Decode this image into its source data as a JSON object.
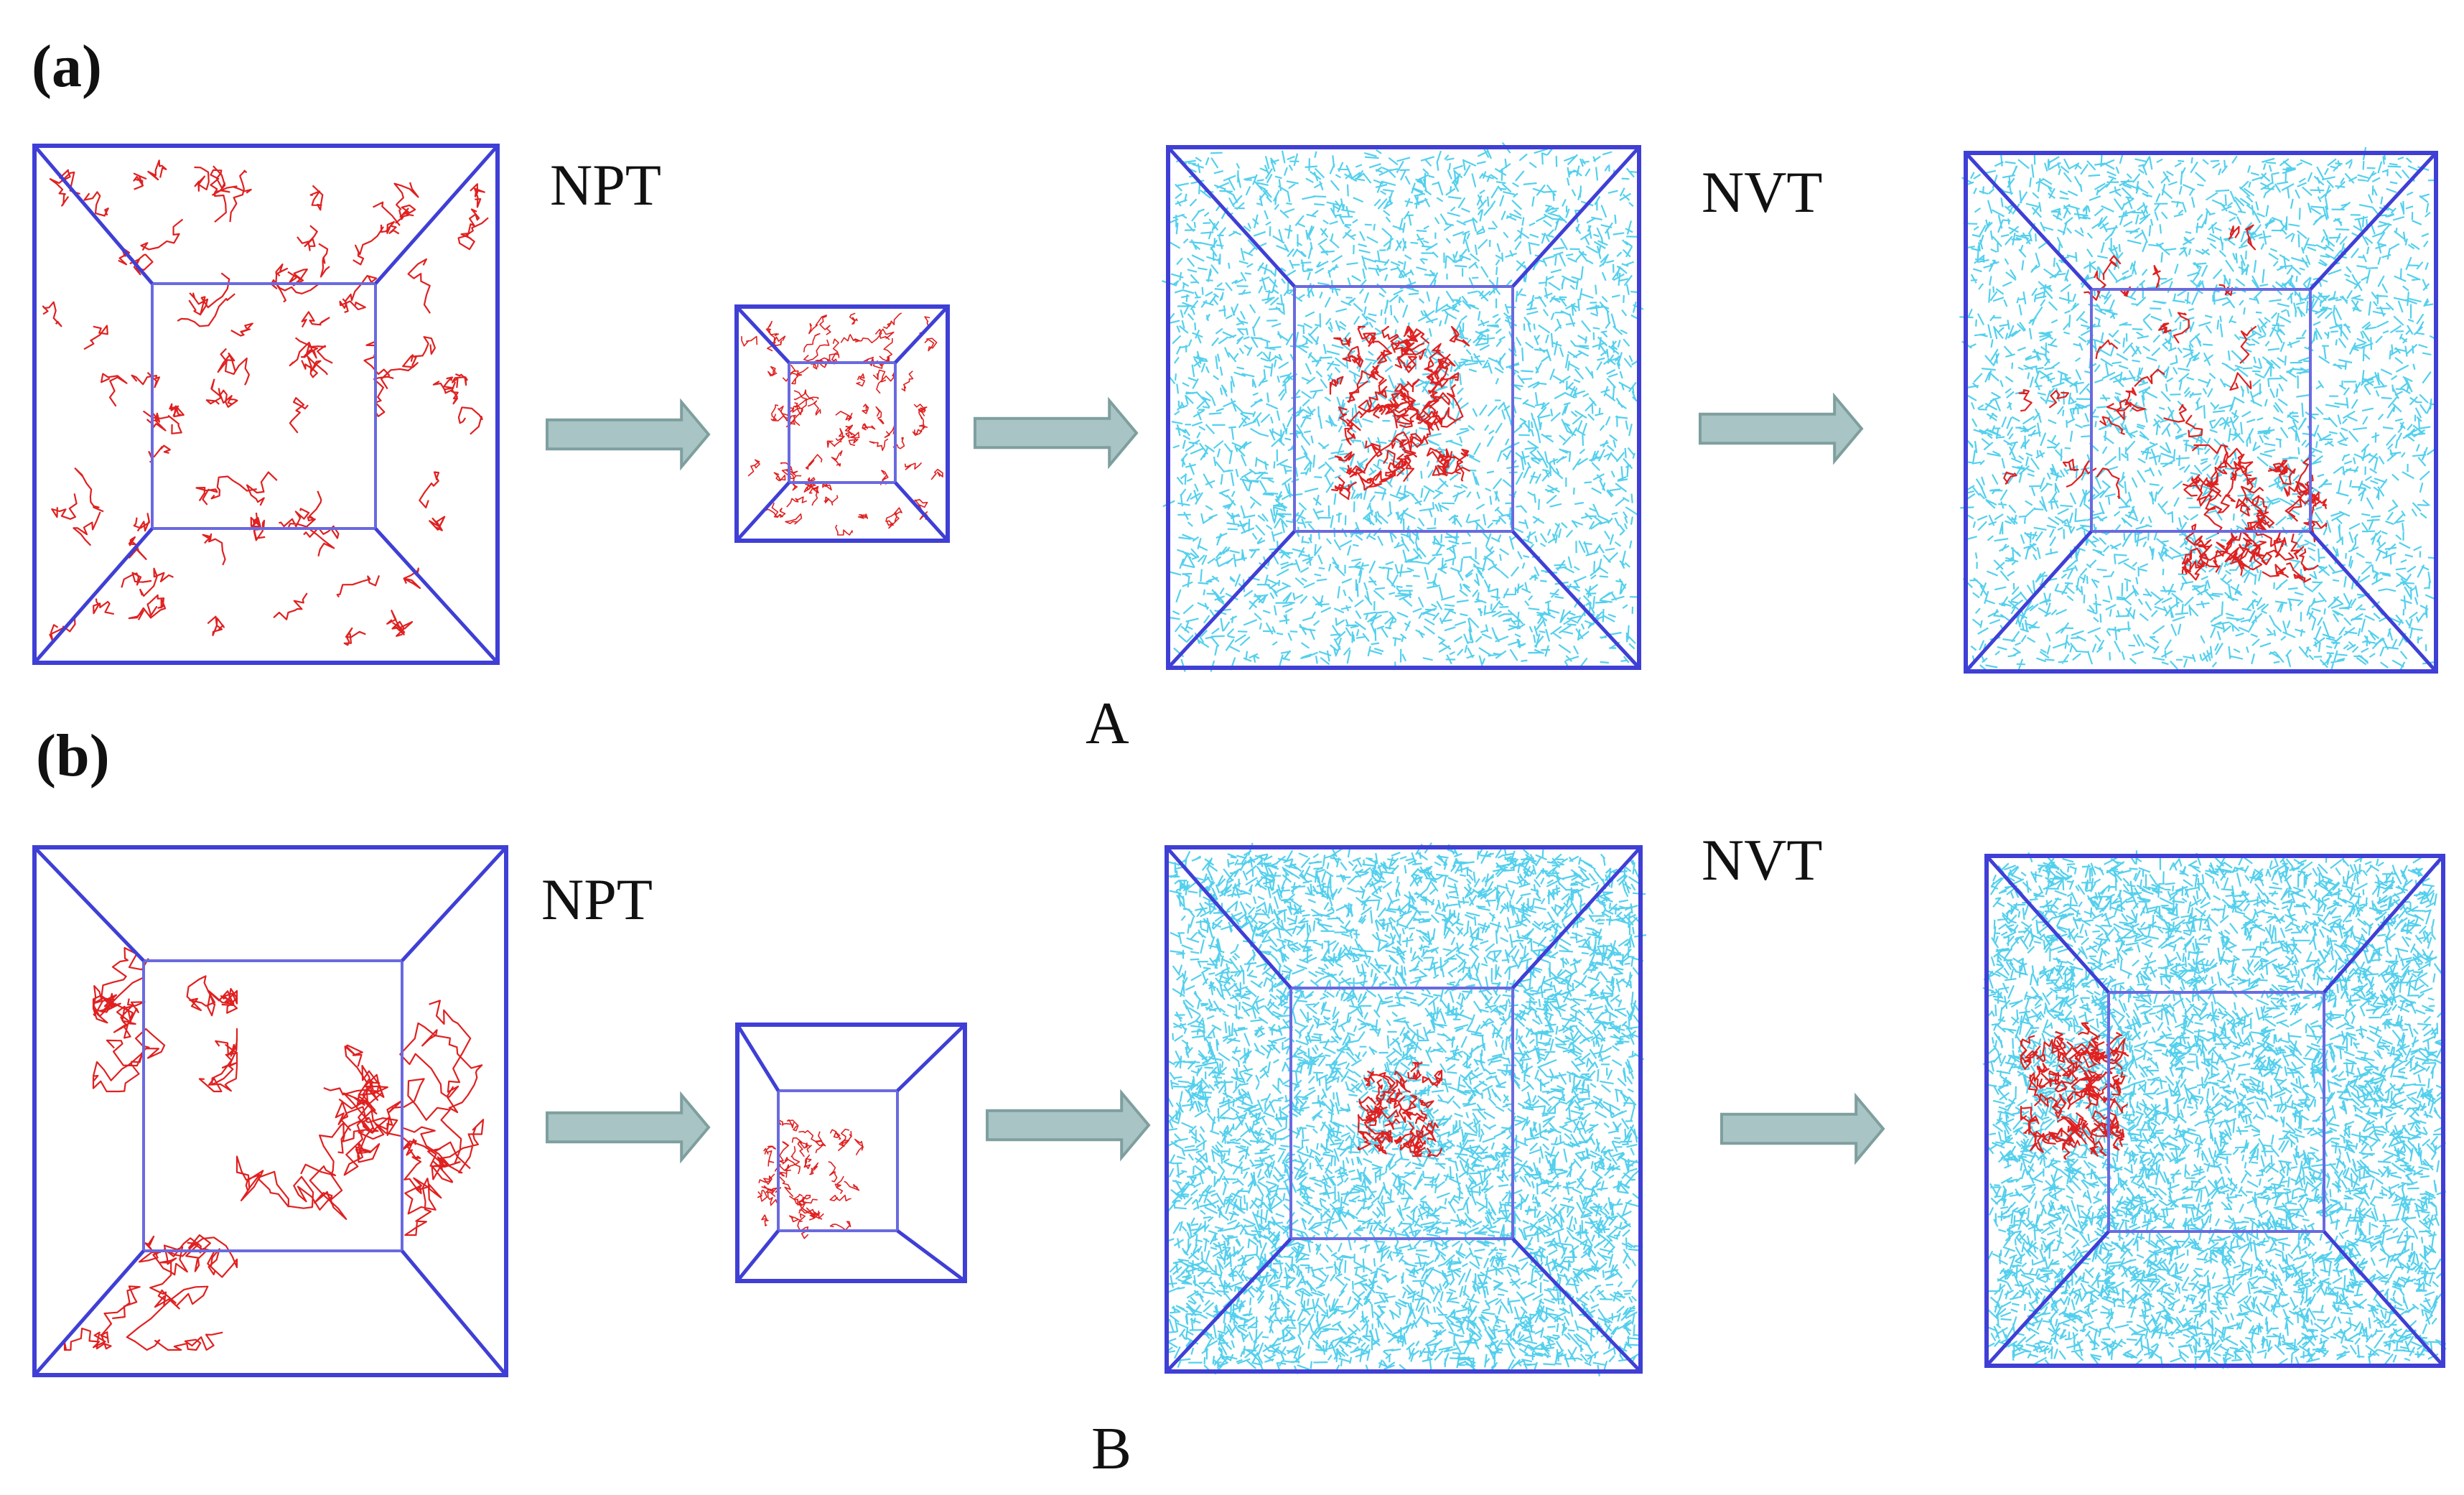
{
  "figure": {
    "panels": [
      {
        "label": "(a)",
        "caption": "A",
        "ensembles": [
          "NPT",
          "NVT"
        ]
      },
      {
        "label": "(b)",
        "caption": "B",
        "ensembles": [
          "NPT",
          "NVT"
        ]
      }
    ],
    "colors": {
      "box": "#3f3fd6",
      "polymer": "#e02020",
      "solvent": "#35c8ea",
      "arrow": "#a9c4c4"
    }
  }
}
